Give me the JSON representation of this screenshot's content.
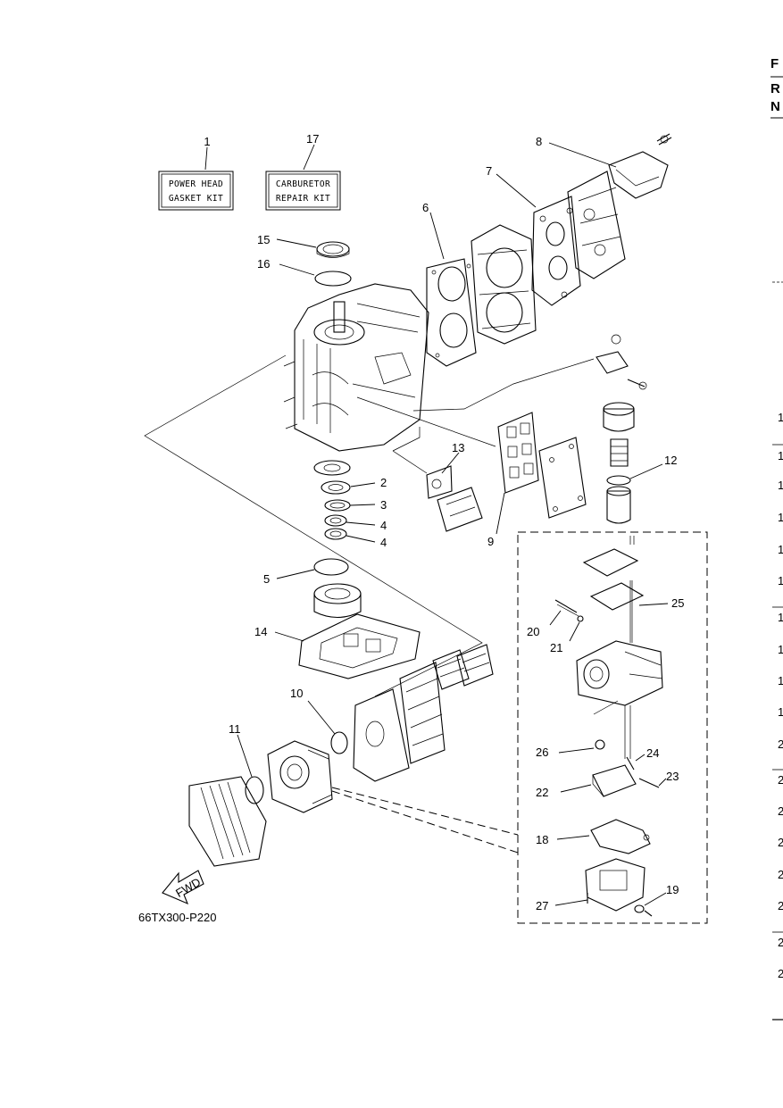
{
  "kits": {
    "power_head": {
      "line1": "POWER HEAD",
      "line2": "GASKET KIT"
    },
    "carburetor": {
      "line1": "CARBURETOR",
      "line2": "REPAIR KIT"
    }
  },
  "labels": {
    "n1": "1",
    "n2": "2",
    "n3": "3",
    "n4a": "4",
    "n4b": "4",
    "n5": "5",
    "n6": "6",
    "n7": "7",
    "n8": "8",
    "n9": "9",
    "n10": "10",
    "n11": "11",
    "n12": "12",
    "n13": "13",
    "n14": "14",
    "n15": "15",
    "n16": "16",
    "n17": "17",
    "n18": "18",
    "n19": "19",
    "n20": "20",
    "n21": "21",
    "n22": "22",
    "n23": "23",
    "n24": "24",
    "n25": "25",
    "n26": "26",
    "n27": "27"
  },
  "fwd_label": "FWD",
  "reference_code": "66TX300-P220",
  "edge": {
    "header1": "F",
    "header2": "R",
    "header3": "N",
    "numbers": [
      "1",
      "1",
      "1",
      "1",
      "1",
      "1",
      "1",
      "1",
      "1",
      "1",
      "2",
      "2",
      "2",
      "2",
      "2",
      "2",
      "2",
      "2"
    ]
  }
}
